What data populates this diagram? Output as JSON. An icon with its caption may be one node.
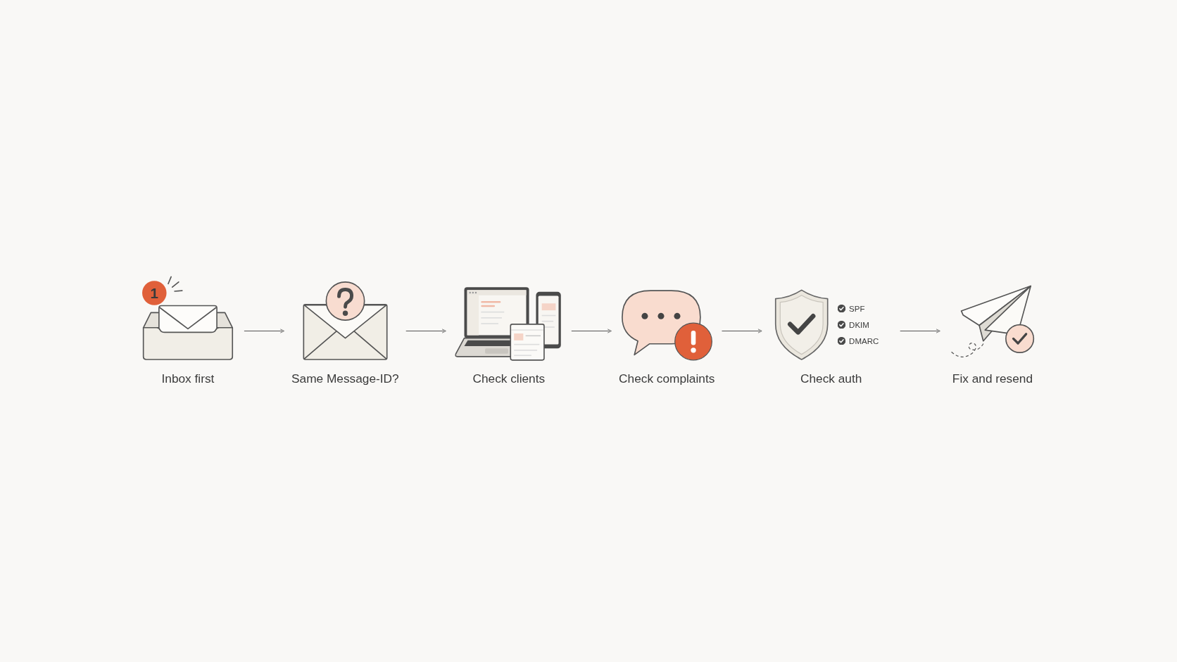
{
  "diagram": {
    "nodes": [
      {
        "text": [
          "Inbox first",
          "1"
        ]
      },
      {
        "text": [
          "Same Message-ID?"
        ]
      },
      {
        "text": [
          "Check clients"
        ]
      },
      {
        "text": [
          "Check complaints"
        ]
      },
      {
        "text": [
          "Check auth",
          "SPF",
          "DKIM",
          "DMARC"
        ]
      },
      {
        "text": [
          "Fix and resend"
        ]
      }
    ],
    "edges": [
      {
        "from": 0,
        "to": 1,
        "arrow": "to"
      },
      {
        "from": 1,
        "to": 2,
        "arrow": "to"
      },
      {
        "from": 2,
        "to": 3,
        "arrow": "to"
      },
      {
        "from": 3,
        "to": 4,
        "arrow": "to"
      },
      {
        "from": 4,
        "to": 5,
        "arrow": "to"
      }
    ]
  }
}
